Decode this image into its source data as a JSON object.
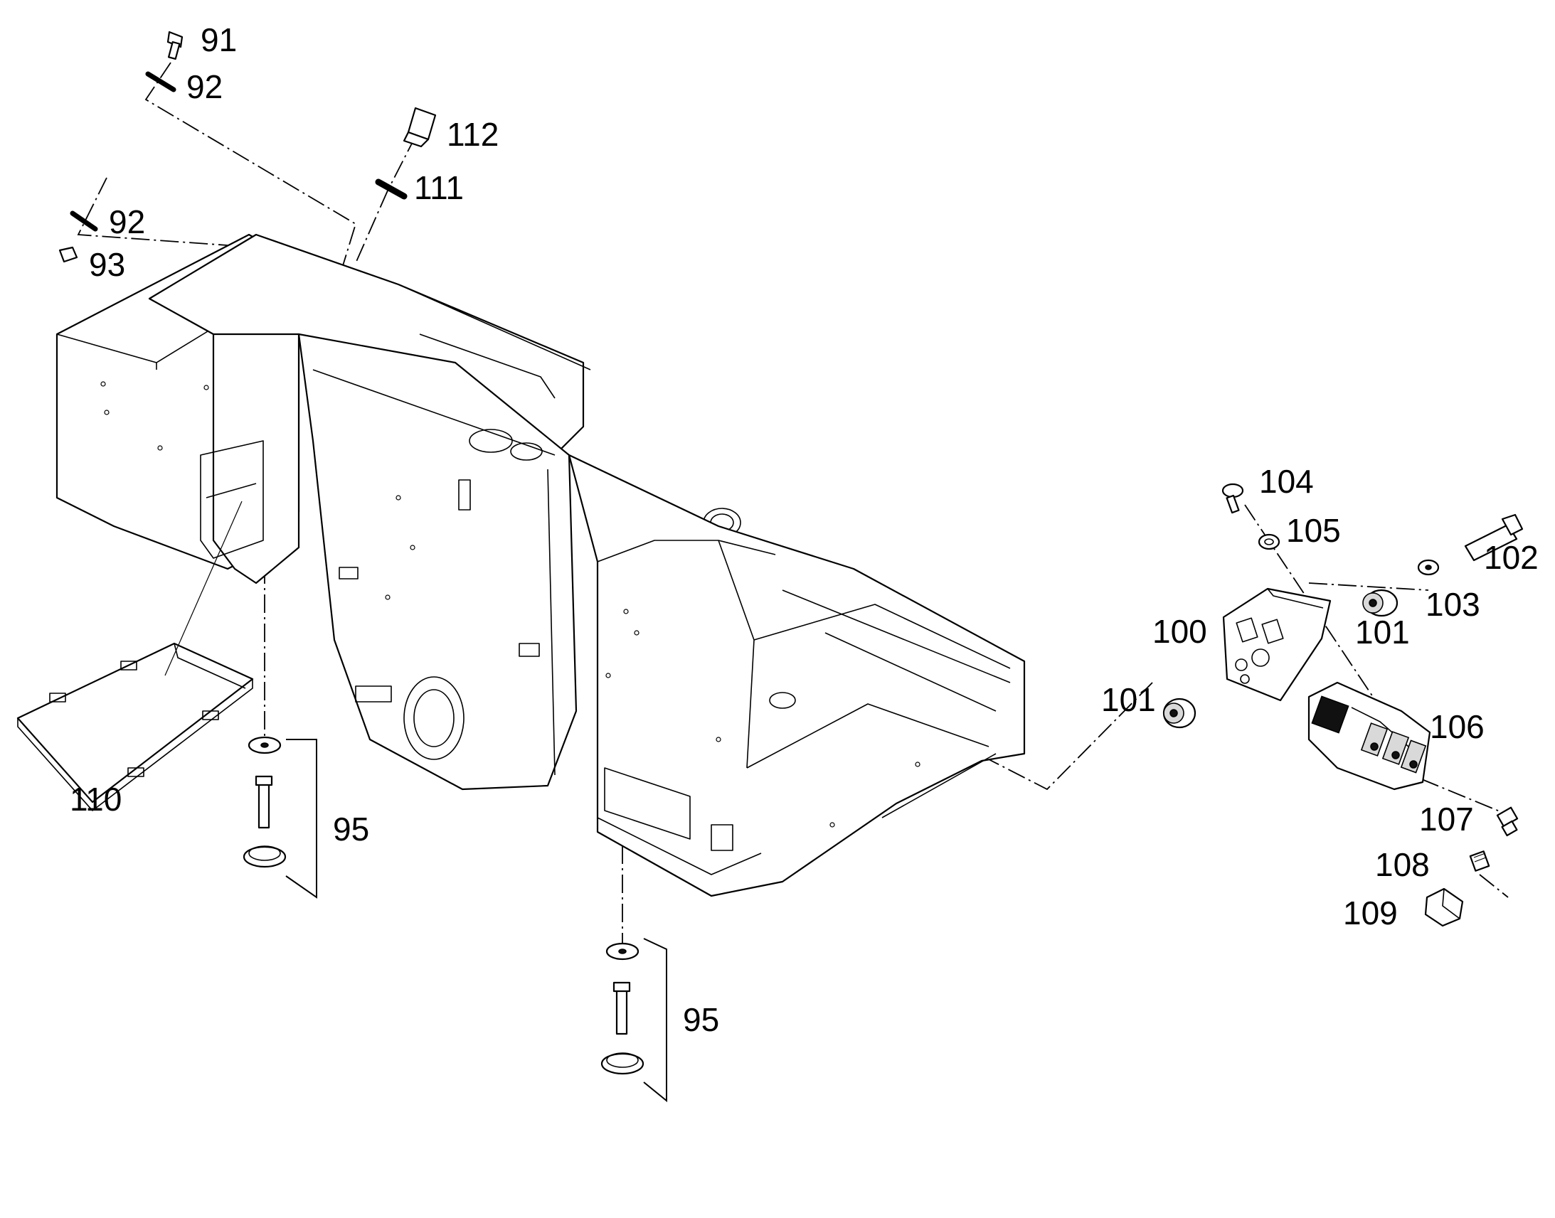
{
  "callouts": {
    "c91": "91",
    "c92_top": "92",
    "c112": "112",
    "c111": "111",
    "c92_left": "92",
    "c93": "93",
    "c110": "110",
    "c95_left": "95",
    "c95_bottom": "95",
    "c104": "104",
    "c105": "105",
    "c102": "102",
    "c103": "103",
    "c100": "100",
    "c101_right": "101",
    "c101_left": "101",
    "c106": "106",
    "c107": "107",
    "c108": "108",
    "c109": "109"
  }
}
